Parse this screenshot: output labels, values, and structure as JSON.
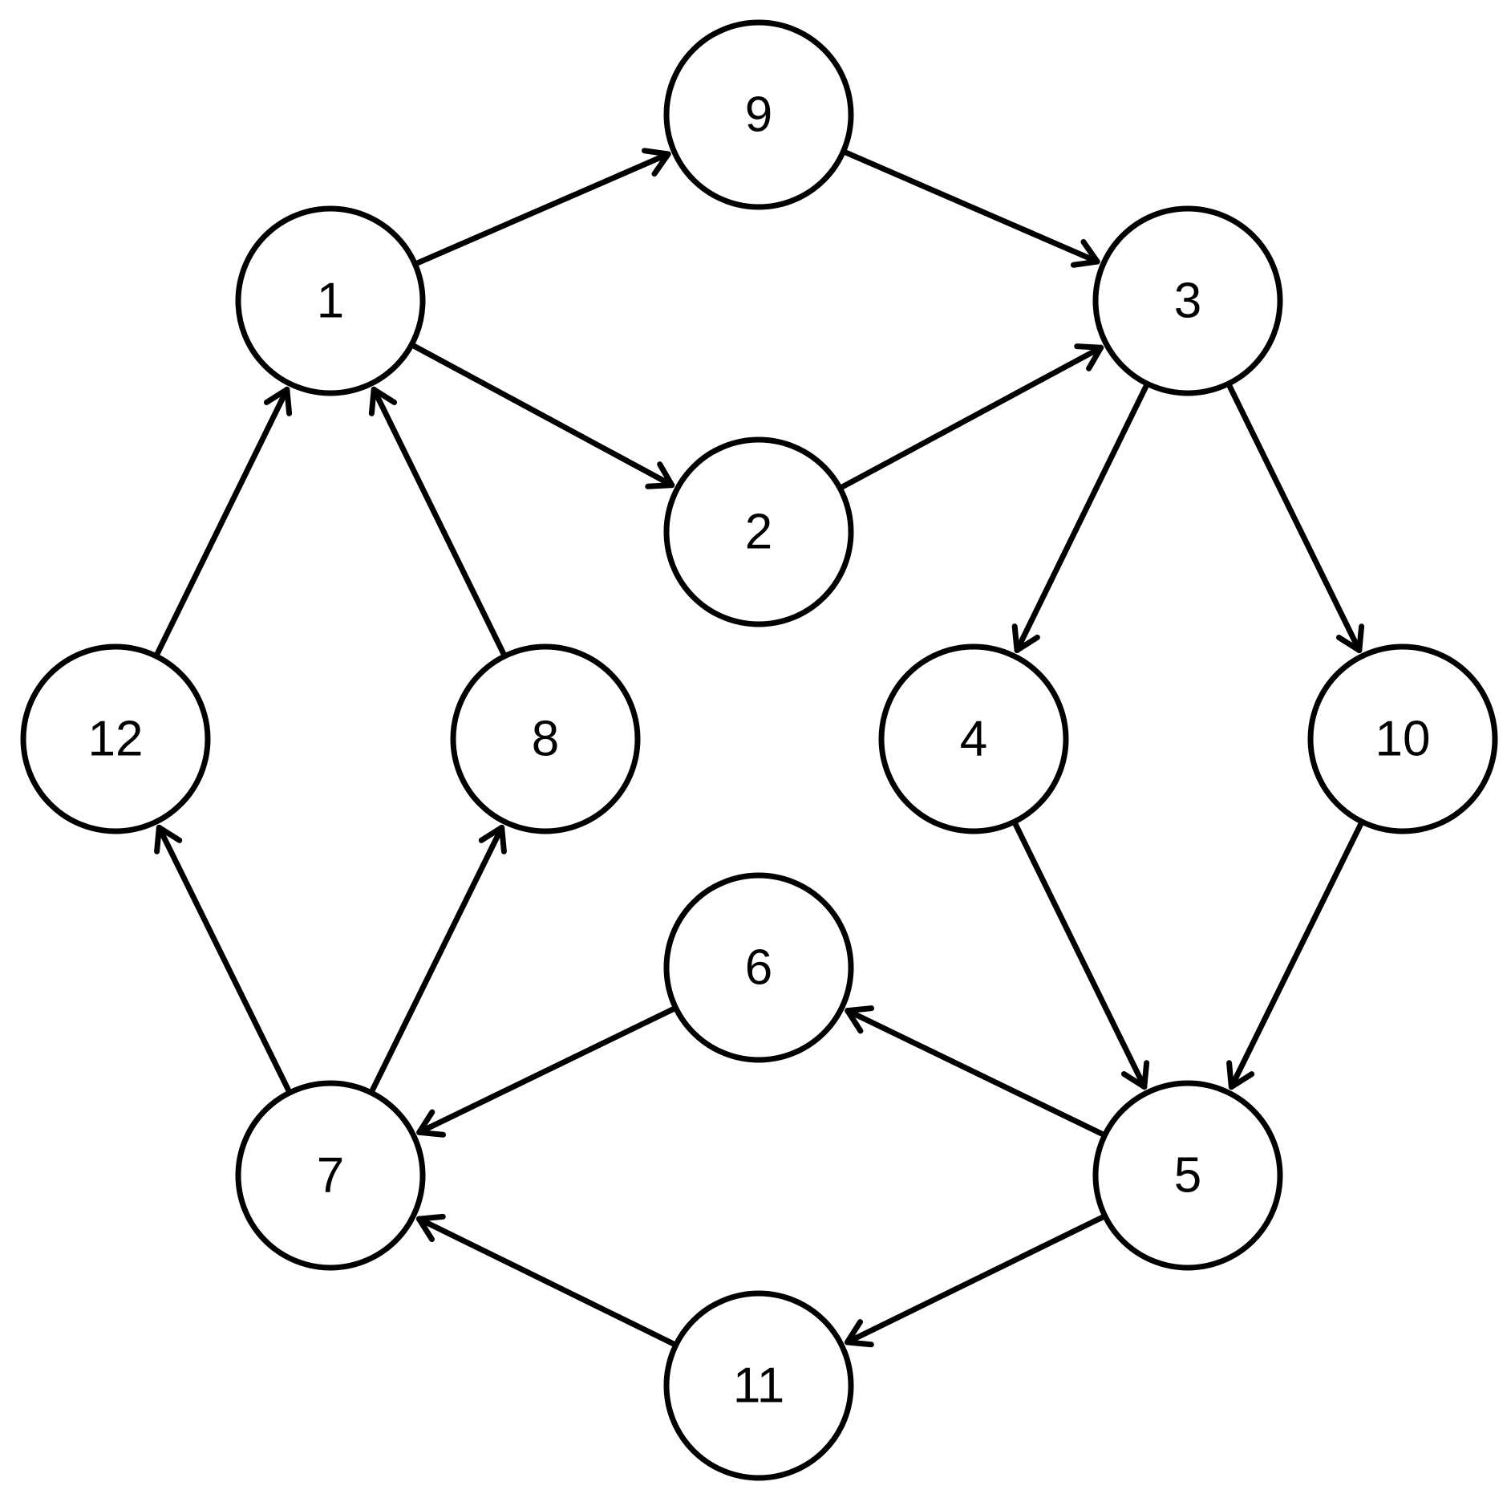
{
  "graph": {
    "type": "directed-graph",
    "nodes": [
      {
        "id": "1",
        "label": "1"
      },
      {
        "id": "2",
        "label": "2"
      },
      {
        "id": "3",
        "label": "3"
      },
      {
        "id": "4",
        "label": "4"
      },
      {
        "id": "5",
        "label": "5"
      },
      {
        "id": "6",
        "label": "6"
      },
      {
        "id": "7",
        "label": "7"
      },
      {
        "id": "8",
        "label": "8"
      },
      {
        "id": "9",
        "label": "9"
      },
      {
        "id": "10",
        "label": "10"
      },
      {
        "id": "11",
        "label": "11"
      },
      {
        "id": "12",
        "label": "12"
      }
    ],
    "edges": [
      {
        "from": "1",
        "to": "9"
      },
      {
        "from": "1",
        "to": "2"
      },
      {
        "from": "9",
        "to": "3"
      },
      {
        "from": "2",
        "to": "3"
      },
      {
        "from": "3",
        "to": "4"
      },
      {
        "from": "3",
        "to": "10"
      },
      {
        "from": "4",
        "to": "5"
      },
      {
        "from": "10",
        "to": "5"
      },
      {
        "from": "5",
        "to": "6"
      },
      {
        "from": "5",
        "to": "11"
      },
      {
        "from": "6",
        "to": "7"
      },
      {
        "from": "11",
        "to": "7"
      },
      {
        "from": "7",
        "to": "12"
      },
      {
        "from": "7",
        "to": "8"
      },
      {
        "from": "12",
        "to": "1"
      },
      {
        "from": "8",
        "to": "1"
      }
    ],
    "colors": {
      "stroke": "#000000",
      "fill": "#ffffff",
      "background": "#ffffff"
    }
  }
}
